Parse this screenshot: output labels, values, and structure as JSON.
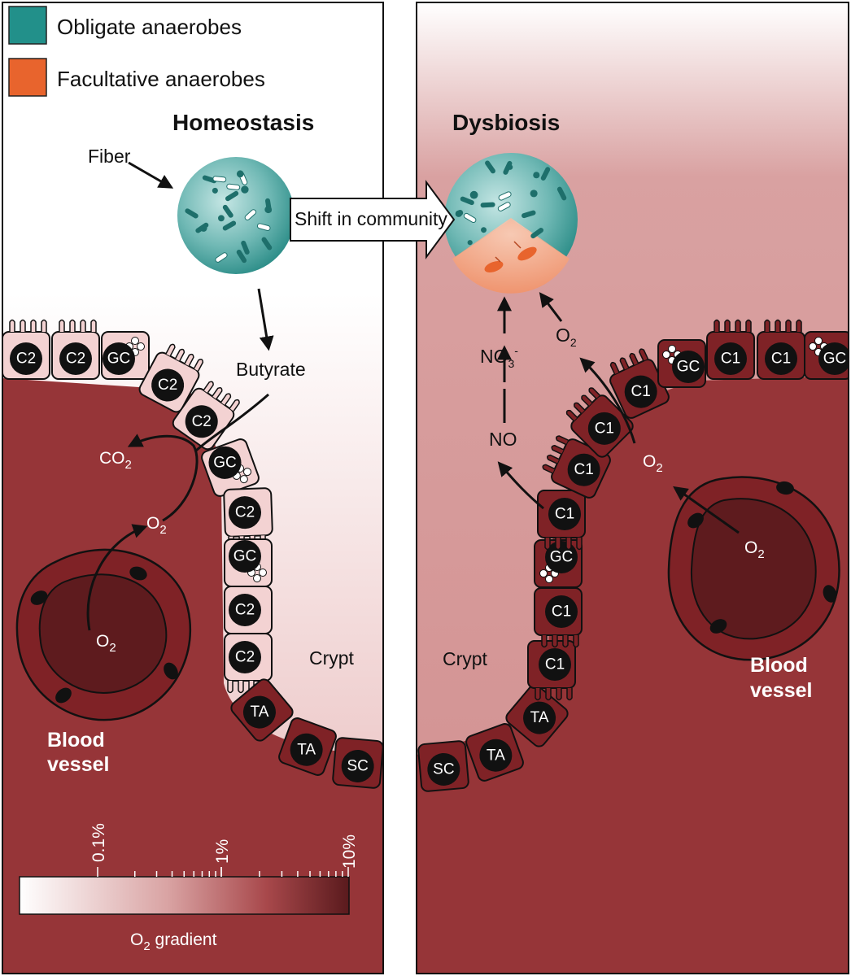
{
  "colors": {
    "obligate": "#22908a",
    "facultative": "#e8642d",
    "tissue": "#963538",
    "lumen_dysbiosis": "#d29090",
    "cell_light": "#f3d2d2",
    "cell_dark": "#7f2226",
    "nucleus": "#111111"
  },
  "legend": {
    "obligate": "Obligate anaerobes",
    "facultative": "Facultative anaerobes"
  },
  "homeostasis": {
    "title": "Homeostasis",
    "fiber": "Fiber",
    "butyrate": "Butyrate",
    "co2": "CO",
    "co2_sub": "2",
    "o2_mid": "O",
    "o2_mid_sub": "2",
    "o2_vessel": "O",
    "o2_vessel_sub": "2",
    "crypt": "Crypt",
    "vessel_line1": "Blood",
    "vessel_line2": "vessel",
    "cells": [
      "C2",
      "C2",
      "GC",
      "C2",
      "C2",
      "GC",
      "C2",
      "GC",
      "C2",
      "C2",
      "TA",
      "TA",
      "SC"
    ]
  },
  "shift": "Shift in community",
  "dysbiosis": {
    "title": "Dysbiosis",
    "no3": "NO",
    "no3_sub": "3",
    "no3_sup": "-",
    "no": "NO",
    "o2_top": "O",
    "o2_top_sub": "2",
    "o2_mid": "O",
    "o2_mid_sub": "2",
    "o2_vessel": "O",
    "o2_vessel_sub": "2",
    "crypt": "Crypt",
    "vessel_line1": "Blood",
    "vessel_line2": "vessel",
    "cells": [
      "SC",
      "TA",
      "TA",
      "C1",
      "C1",
      "GC",
      "C1",
      "C1",
      "C1",
      "C1",
      "GC",
      "C1",
      "C1",
      "GC"
    ]
  },
  "gradient": {
    "tick_low": "0.1%",
    "tick_mid": "1%",
    "tick_high": "10%",
    "label": "O",
    "label_sub": "2",
    "label_rest": " gradient"
  }
}
